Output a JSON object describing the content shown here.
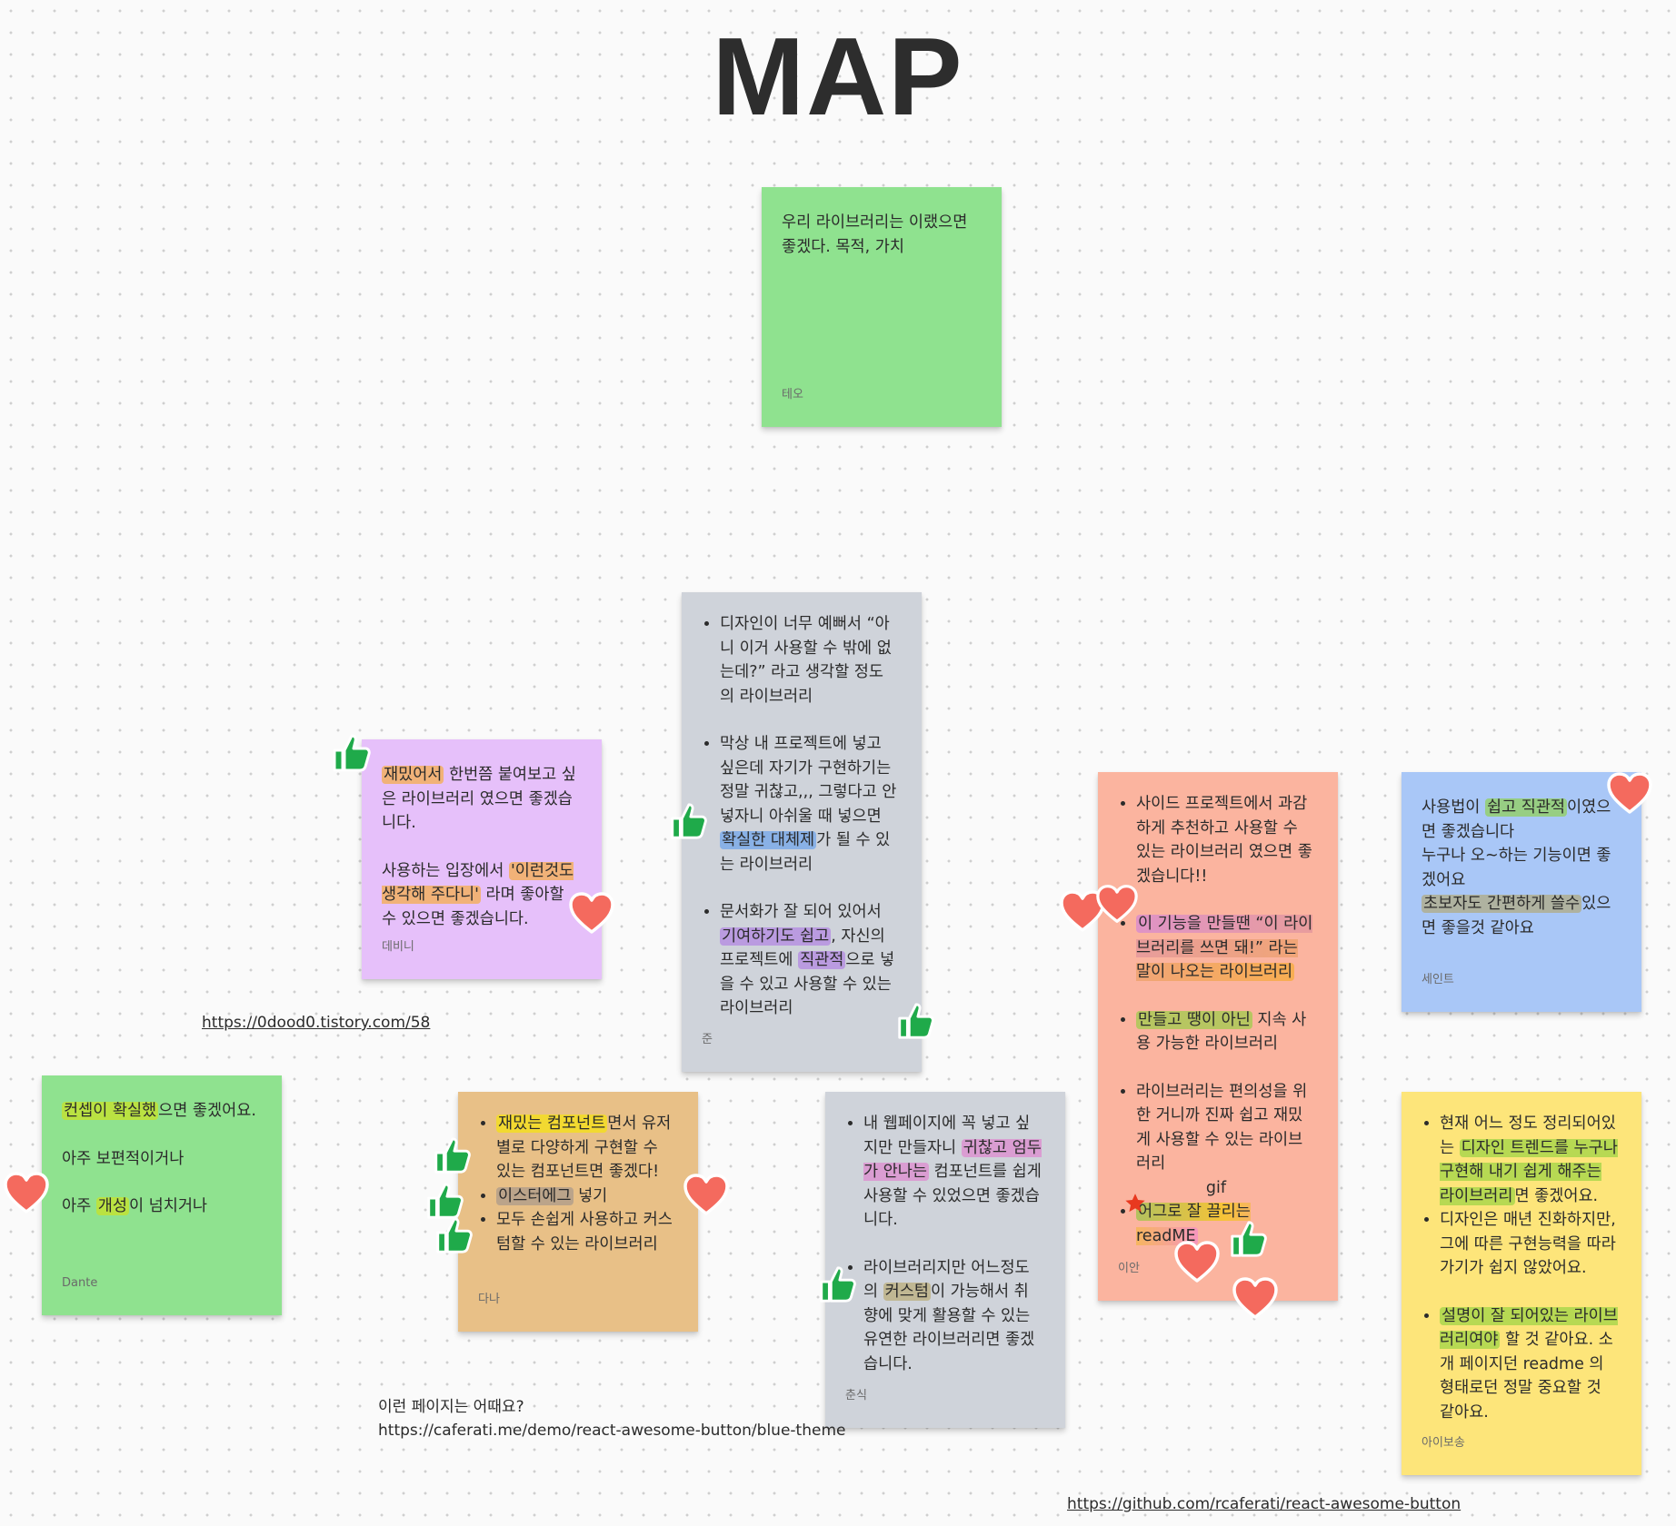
{
  "title": "MAP",
  "notes": {
    "teo": {
      "color": "#8fe28f",
      "lines": [
        "우리 라이브러리는 이랬으면 좋겠다. 목적, 가치"
      ],
      "author": "테오"
    },
    "debini": {
      "color": "#e6c0fa",
      "p1_hl": "재밌어서",
      "p1_rest": " 한번쯤 붙여보고 싶은 라이브러리 였으면 좋겠습니다.",
      "p2_pre": "사용하는 입장에서 ",
      "p2_hl1": "'이런것도 생각해 주다니'",
      "p2_rest": " 라며 좋아할 수 있으면 좋겠습니다.",
      "author": "데비니"
    },
    "jun": {
      "color": "#cfd3da",
      "b1": "디자인이 너무 예뻐서 “아니 이거 사용할 수 밖에 없는데?” 라고 생각할 정도의 라이브러리",
      "b2_pre": "막상 내 프로젝트에 넣고 싶은데 자기가 구현하기는 정말 귀찮고,,, 그렇다고 안 넣자니 아쉬울 때 넣으면 ",
      "b2_hl": "확실한 대체제",
      "b2_rest": "가 될 수 있는 라이브러리",
      "b3_pre": "문서화가 잘 되어 있어서 ",
      "b3_hl1": "기여하기도 쉽고",
      "b3_mid": ", 자신의 프로젝트에 ",
      "b3_hl2": "직관적",
      "b3_rest": "으로 넣을 수 있고 사용할 수 있는 라이브러리",
      "author": "준"
    },
    "ian": {
      "color": "#fbb49f",
      "b1": "사이드 프로젝트에서 과감하게 추천하고 사용할 수 있는 라이브러리 였으면 좋겠습니다!!",
      "b2_hl": "이 기능을 만들땐 “이 라이브러리를 쓰면 돼!” 라는 말이 나오는 라이브러리",
      "b3_hl": "만들고 땡이 아닌",
      "b3_rest": " 지속 사용 가능한 라이브러리",
      "b4": "라이브러리는 편의성을 위한 거니까 진짜 쉽고 재밌게 사용할 수 있는 라이브러리",
      "gif": "gif",
      "b5_hl": "어그로 잘 끌리는 readME",
      "author": "이안"
    },
    "saint": {
      "color": "#a9c7f7",
      "l1_pre": "사용법이 ",
      "l1_hl": "쉽고 직관적",
      "l1_rest": "이였으면 좋겠습니다",
      "l2": "누구나 오~하는 기능이면 좋겠어요",
      "l3_hl": "초보자도 간편하게 쓸수",
      "l3_rest": "있으면 좋을것 같아요",
      "author": "세인트"
    },
    "dante": {
      "color": "#8fe28f",
      "l1_hl": "컨셉이 확실했",
      "l1_rest": "으면 좋겠어요.",
      "l2": "아주 보편적이거나",
      "l3_pre": "아주 ",
      "l3_hl": "개성",
      "l3_rest": "이 넘치거나",
      "author": "Dante"
    },
    "dana": {
      "color": "#e8c087",
      "b1_hl": "재밌는 컴포넌트",
      "b1_rest": "면서 유저별로 다양하게 구현할 수 있는 컴포넌트면 좋겠다!",
      "b2_hl": "이스터에그",
      "b2_rest": " 넣기",
      "b3": "모두 손쉽게 사용하고 커스텀할 수 있는 라이브러리",
      "author": "다나"
    },
    "chunsik": {
      "color": "#cfd3da",
      "b1_pre": "내 웹페이지에 꼭 넣고 싶지만 만들자니 ",
      "b1_hl": "귀찮고 엄두가 안나는",
      "b1_rest": " 컴포넌트를 쉽게 사용할 수 있었으면 좋겠습니다.",
      "b2_pre": "라이브러리지만 어느정도의 ",
      "b2_hl": "커스텀",
      "b2_rest": "이 가능해서 취향에 맞게 활용할 수 있는 유연한 라이브러리면 좋겠습니다.",
      "author": "춘식"
    },
    "aibosong": {
      "color": "#fde57a",
      "b1_pre": "현재 어느 정도 정리되어있는 ",
      "b1_hl": "디자인 트렌드를 누구나 구현해 내기 쉽게 해주는 라이브러리",
      "b1_rest": "면 좋겠어요.",
      "b2": "디자인은 매년 진화하지만, 그에 따른 구현능력을 따라가기가 쉽지 않았어요.",
      "b3_hl": "설명이 잘 되어있는 라이브러리여야",
      "b3_rest": " 할 것 같아요. 소개 페이지던 readme 의 형태로던 정말 중요할 것 같아요.",
      "author": "아이보송"
    }
  },
  "links": {
    "tistory": "https://0dood0.tistory.com/58",
    "caferati_label": "이런 페이지는 어때요?",
    "caferati": "https://caferati.me/demo/react-awesome-button/blue-theme",
    "github": "https://github.com/rcaferati/react-awesome-button"
  },
  "colors": {
    "thumbs": "#1faa4a",
    "heart": "#f46a5e",
    "star": "#e8391f"
  }
}
